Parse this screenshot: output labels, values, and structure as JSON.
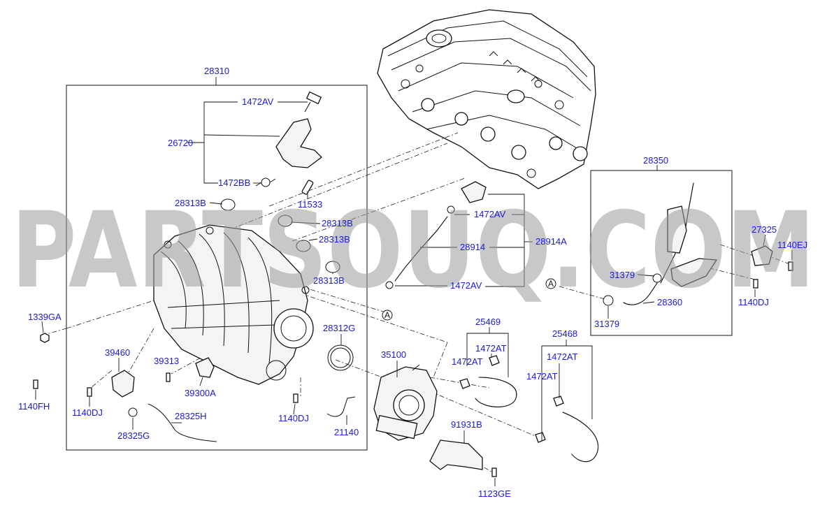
{
  "watermark": "PARTSOUQ.COM",
  "ref_marker": "A",
  "labels": {
    "p28310": "28310",
    "p1472AV_top": "1472AV",
    "p26720": "26720",
    "p1472BB": "1472BB",
    "p11533": "11533",
    "p28313B_1": "28313B",
    "p28313B_2": "28313B",
    "p28313B_3": "28313B",
    "p28313B_4": "28313B",
    "p1339GA": "1339GA",
    "p28312G": "28312G",
    "p39460": "39460",
    "p39313": "39313",
    "p39300A": "39300A",
    "p1140FH": "1140FH",
    "p1140DJ_1": "1140DJ",
    "p1140DJ_2": "1140DJ",
    "p1140DJ_3": "1140DJ",
    "p28325H": "28325H",
    "p28325G": "28325G",
    "p21140": "21140",
    "p1472AV_mid": "1472AV",
    "p28914": "28914",
    "p28914A": "28914A",
    "p1472AV_low": "1472AV",
    "p35100": "35100",
    "p25469": "25469",
    "p1472AT_1": "1472AT",
    "p1472AT_2": "1472AT",
    "p25468": "25468",
    "p1472AT_3": "1472AT",
    "p1472AT_4": "1472AT",
    "p91931B": "91931B",
    "p1123GE": "1123GE",
    "p28350": "28350",
    "p27325": "27325",
    "p1140EJ": "1140EJ",
    "p31379_1": "31379",
    "p31379_2": "31379",
    "p28360": "28360"
  }
}
